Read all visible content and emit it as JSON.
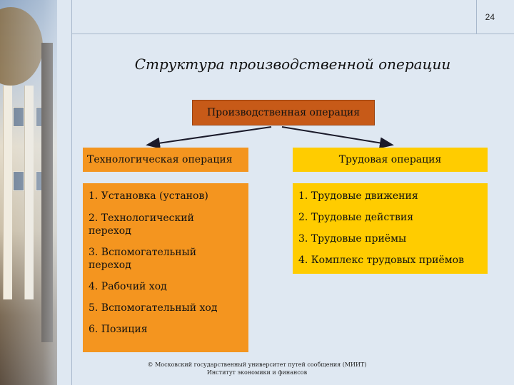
{
  "page_number": "24",
  "title": "Структура производственной операции",
  "root_box": "Производственная операция",
  "left_header": "Технологическая операция",
  "right_header": "Трудовая операция",
  "left_items": [
    "1. Установка (установ)",
    "2. Технологический переход",
    "3. Вспомогательный переход",
    "4. Рабочий ход",
    "5. Вспомогательный ход",
    "6. Позиция"
  ],
  "right_items": [
    "1. Трудовые движения",
    "2. Трудовые действия",
    "3. Трудовые приёмы",
    "4. Комплекс трудовых приёмов"
  ],
  "footer": {
    "line1": "© Московский государственный университет путей сообщения (МИИТ)",
    "line2": "Институт экономики и финансов"
  },
  "colors": {
    "root_fill": "#c75a18",
    "left_fill": "#f4951f",
    "right_fill": "#ffcc00",
    "background": "#dfe8f2"
  }
}
